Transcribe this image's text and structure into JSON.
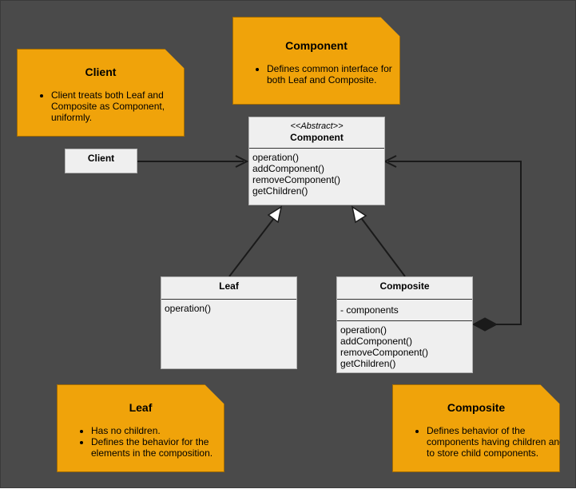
{
  "notes": {
    "client": {
      "title": "Client",
      "bullets": [
        "Client treats both Leaf and Composite as Component, uniformly."
      ]
    },
    "component": {
      "title": "Component",
      "bullets": [
        "Defines common interface for both Leaf and Composite."
      ]
    },
    "leaf": {
      "title": "Leaf",
      "bullets": [
        "Has no children.",
        "Defines the behavior for the elements in the composition."
      ]
    },
    "composite": {
      "title": "Composite",
      "bullets": [
        "Defines behavior of the components having children and to store child components."
      ]
    }
  },
  "classes": {
    "client": {
      "name": "Client"
    },
    "component": {
      "stereotype": "<<Abstract>>",
      "name": "Component",
      "methods": [
        "operation()",
        "addComponent()",
        "removeComponent()",
        "getChildren()"
      ]
    },
    "leaf": {
      "name": "Leaf",
      "methods": [
        "operation()"
      ]
    },
    "composite": {
      "name": "Composite",
      "fields": [
        "- components"
      ],
      "methods": [
        "operation()",
        "addComponent()",
        "removeComponent()",
        "getChildren()"
      ]
    }
  },
  "colors": {
    "background": "#4a4a4a",
    "note": "#f0a30a",
    "class_fill": "#efefef",
    "line": "#1a1a1a"
  }
}
